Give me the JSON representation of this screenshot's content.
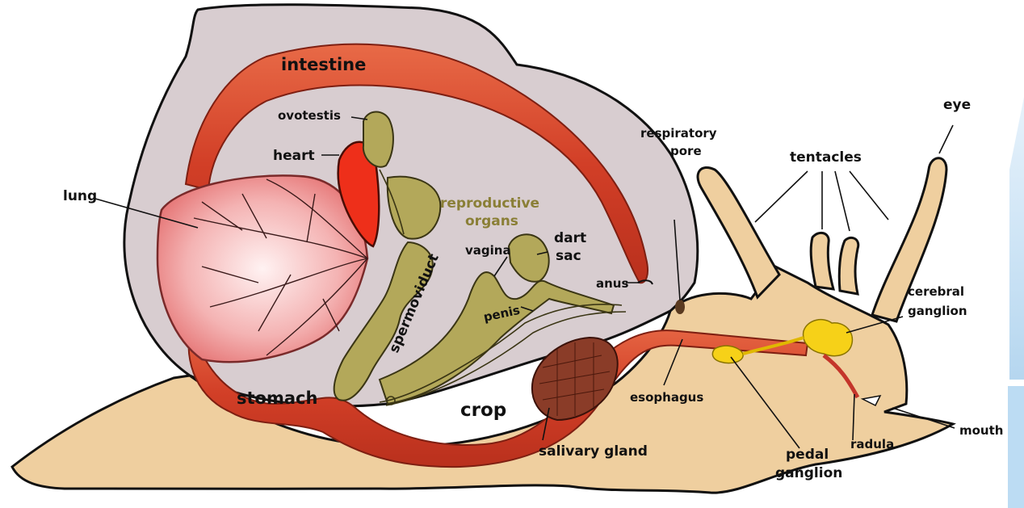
{
  "labels": {
    "intestine": "intestine",
    "ovotestis": "ovotestis",
    "heart": "heart",
    "lung": "lung",
    "reproductive_organs_line1": "reproductive",
    "reproductive_organs_line2": "organs",
    "spermoviduct": "spermoviduct",
    "vagina": "vagina",
    "dart_sac_line1": "dart",
    "dart_sac_line2": "sac",
    "anus": "anus",
    "penis": "penis",
    "respiratory_pore_line1": "respiratory",
    "respiratory_pore_line2": "pore",
    "tentacles": "tentacles",
    "eye": "eye",
    "cerebral_ganglion_line1": "cerebral",
    "cerebral_ganglion_line2": "ganglion",
    "stomach": "stomach",
    "crop": "crop",
    "esophagus": "esophagus",
    "salivary_gland": "salivary gland",
    "pedal_ganglion_line1": "pedal",
    "pedal_ganglion_line2": "ganglion",
    "radula": "radula",
    "mouth": "mouth"
  },
  "colors": {
    "shell_interior": "#d8cdd0",
    "body": "#efcf9f",
    "intestine": "#d84c30",
    "lung": "#f2a9a9",
    "heart": "#ee2f1a",
    "reproductive": "#b3a85a",
    "salivary_gland": "#8a3c28",
    "ganglion": "#f6d118",
    "reproductive_label": "#8a7f36"
  }
}
